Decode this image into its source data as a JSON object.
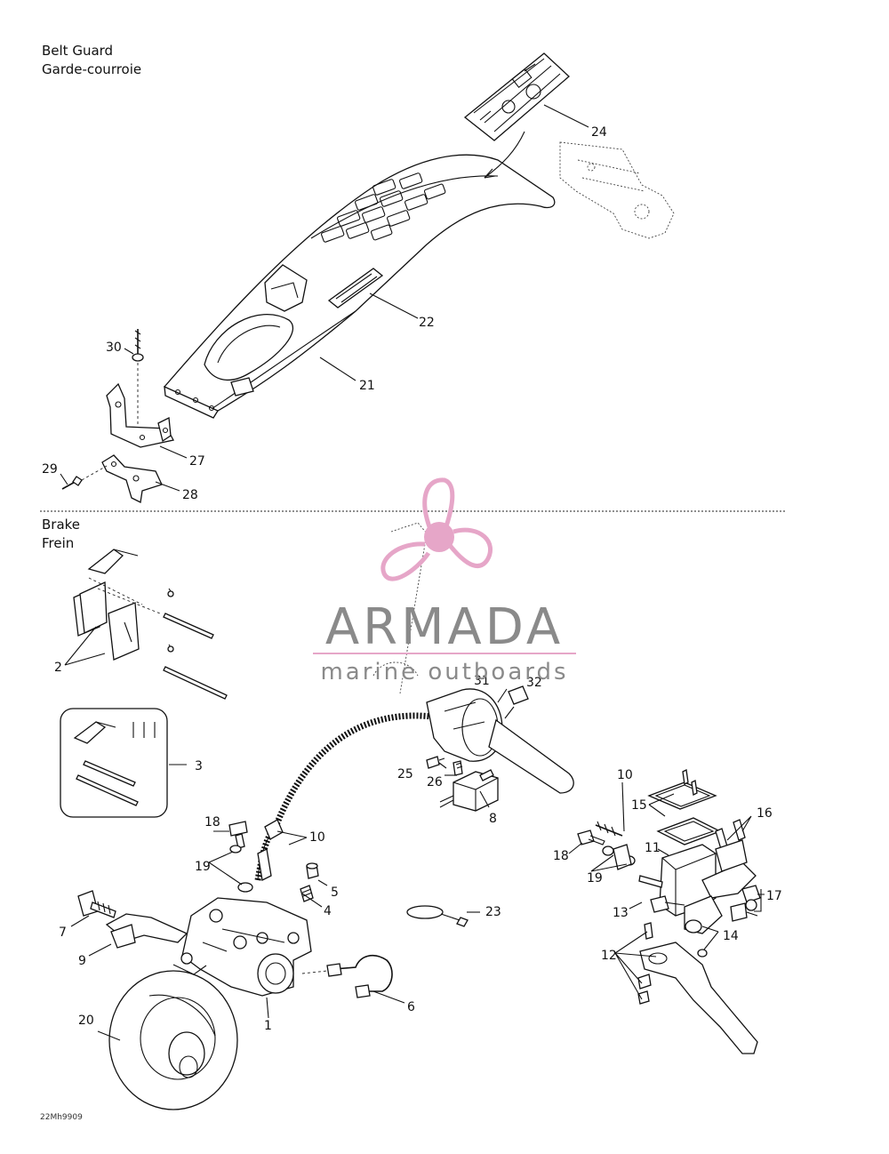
{
  "sections": {
    "belt_guard": {
      "title_en": "Belt Guard",
      "title_fr": "Garde-courroie"
    },
    "brake": {
      "title_en": "Brake",
      "title_fr": "Frein"
    }
  },
  "callouts": {
    "c1": "1",
    "c2": "2",
    "c3": "3",
    "c4": "4",
    "c5": "5",
    "c6": "6",
    "c7": "7",
    "c8": "8",
    "c9": "9",
    "c10a": "10",
    "c10b": "10",
    "c11": "11",
    "c12": "12",
    "c13": "13",
    "c14": "14",
    "c15": "15",
    "c16": "16",
    "c17": "17",
    "c18a": "18",
    "c18b": "18",
    "c19a": "19",
    "c19b": "19",
    "c20": "20",
    "c21": "21",
    "c22": "22",
    "c23": "23",
    "c24": "24",
    "c25": "25",
    "c26": "26",
    "c27": "27",
    "c28": "28",
    "c29": "29",
    "c30": "30",
    "c31": "31",
    "c32": "32"
  },
  "watermark": {
    "brand": "ARMADA",
    "tagline": "marine outboards",
    "color": "#e6a6c8"
  },
  "figure_code": "22Mh9909"
}
